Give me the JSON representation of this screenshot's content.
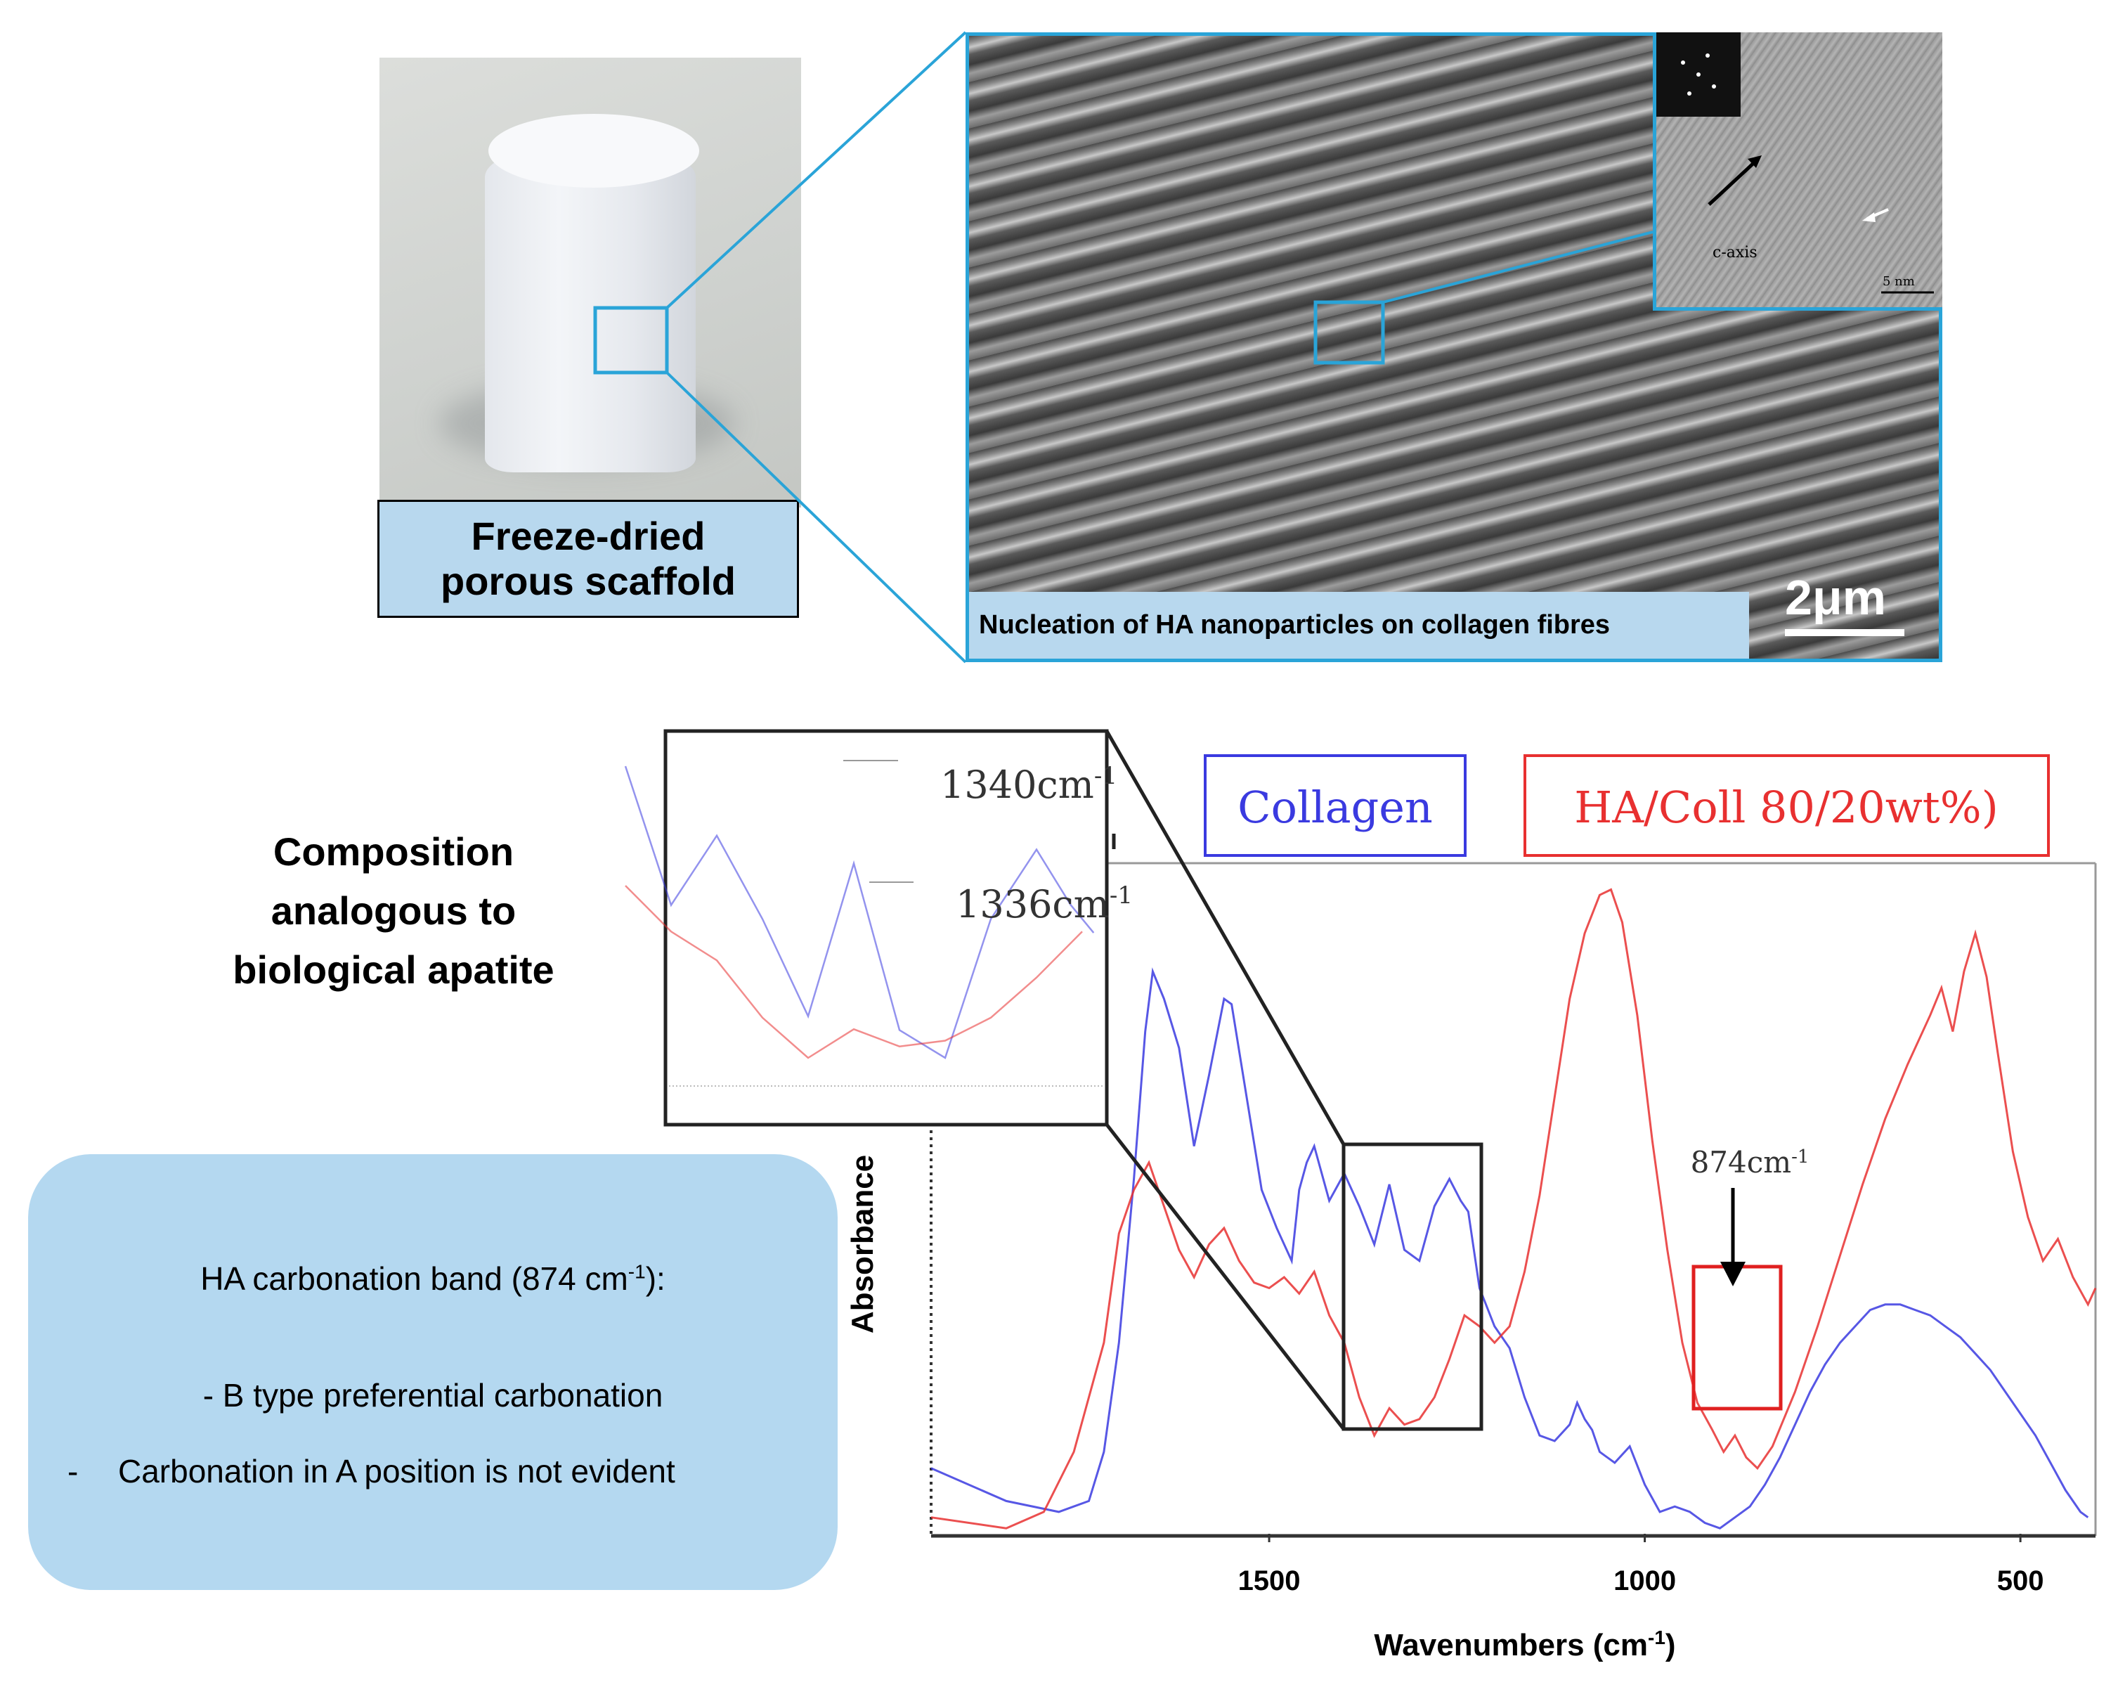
{
  "photo": {
    "label_line1": "Freeze-dried",
    "label_line2": "porous scaffold"
  },
  "sem": {
    "caption": "Nucleation of HA nanoparticles on collagen fibres",
    "scale_bar": "2μm"
  },
  "tem": {
    "axis_label": "c-axis",
    "scale_bar": "5 nm"
  },
  "heading": {
    "line1": "Composition",
    "line2": "analogous to",
    "line3": "biological apatite"
  },
  "info_box": {
    "line1": "HA carbonation band (874 cm",
    "line1_sup": "-1",
    "line1_end": "):",
    "line2": "- B type preferential carbonation",
    "line3_bullet": "-",
    "line3": "Carbonation in A position is not evident"
  },
  "colors": {
    "collagen": "#3a3ae0",
    "ha_coll": "#e83030",
    "panel_border": "#2aa4d8",
    "label_fill": "#b8d8ee"
  },
  "chart_data": {
    "type": "line",
    "title": "",
    "xlabel": "Wavenumbers (cm",
    "xlabel_sup": "-1",
    "xlabel_end": ")",
    "ylabel": "Absorbance",
    "x_reversed": true,
    "xlim": [
      1950,
      400
    ],
    "x_ticks": [
      1500,
      1000,
      500
    ],
    "series": [
      {
        "name": "Collagen",
        "color": "#3a3ae0",
        "x": [
          1950,
          1850,
          1780,
          1740,
          1720,
          1700,
          1680,
          1665,
          1655,
          1640,
          1620,
          1600,
          1580,
          1560,
          1550,
          1530,
          1510,
          1490,
          1470,
          1460,
          1450,
          1440,
          1420,
          1400,
          1380,
          1360,
          1340,
          1320,
          1300,
          1280,
          1260,
          1245,
          1235,
          1220,
          1200,
          1180,
          1160,
          1140,
          1120,
          1100,
          1090,
          1080,
          1070,
          1060,
          1040,
          1020,
          1000,
          980,
          960,
          940,
          920,
          900,
          880,
          860,
          840,
          820,
          800,
          780,
          760,
          740,
          720,
          700,
          680,
          660,
          640,
          620,
          600,
          580,
          560,
          540,
          520,
          500,
          480,
          460,
          440,
          420,
          410
        ],
        "y": [
          0.12,
          0.06,
          0.04,
          0.06,
          0.15,
          0.35,
          0.65,
          0.92,
          1.03,
          0.98,
          0.89,
          0.71,
          0.84,
          0.98,
          0.97,
          0.8,
          0.63,
          0.56,
          0.5,
          0.63,
          0.68,
          0.71,
          0.61,
          0.66,
          0.6,
          0.53,
          0.64,
          0.52,
          0.5,
          0.6,
          0.65,
          0.61,
          0.59,
          0.45,
          0.38,
          0.34,
          0.25,
          0.18,
          0.17,
          0.2,
          0.24,
          0.21,
          0.19,
          0.15,
          0.13,
          0.16,
          0.09,
          0.04,
          0.05,
          0.04,
          0.02,
          0.01,
          0.03,
          0.05,
          0.09,
          0.14,
          0.2,
          0.26,
          0.31,
          0.35,
          0.38,
          0.41,
          0.42,
          0.42,
          0.41,
          0.4,
          0.38,
          0.36,
          0.33,
          0.3,
          0.26,
          0.22,
          0.18,
          0.13,
          0.08,
          0.04,
          0.03
        ]
      },
      {
        "name": "HA/Coll 80/20wt%)",
        "color": "#e83030",
        "x": [
          1950,
          1850,
          1800,
          1760,
          1720,
          1700,
          1680,
          1660,
          1640,
          1620,
          1600,
          1580,
          1560,
          1540,
          1520,
          1500,
          1480,
          1460,
          1440,
          1420,
          1400,
          1380,
          1360,
          1340,
          1320,
          1300,
          1280,
          1260,
          1240,
          1220,
          1200,
          1180,
          1160,
          1140,
          1120,
          1100,
          1080,
          1060,
          1045,
          1030,
          1010,
          990,
          970,
          950,
          930,
          910,
          895,
          880,
          865,
          850,
          830,
          800,
          770,
          740,
          710,
          680,
          650,
          620,
          605,
          590,
          575,
          560,
          545,
          530,
          510,
          490,
          470,
          450,
          430,
          410,
          400
        ],
        "y": [
          0.03,
          0.01,
          0.04,
          0.15,
          0.35,
          0.55,
          0.63,
          0.68,
          0.6,
          0.52,
          0.47,
          0.53,
          0.56,
          0.5,
          0.46,
          0.45,
          0.47,
          0.44,
          0.48,
          0.4,
          0.35,
          0.25,
          0.18,
          0.23,
          0.2,
          0.21,
          0.25,
          0.32,
          0.4,
          0.38,
          0.35,
          0.38,
          0.48,
          0.62,
          0.8,
          0.98,
          1.1,
          1.17,
          1.18,
          1.12,
          0.95,
          0.72,
          0.52,
          0.35,
          0.24,
          0.19,
          0.15,
          0.18,
          0.14,
          0.12,
          0.16,
          0.26,
          0.38,
          0.51,
          0.64,
          0.76,
          0.86,
          0.95,
          1.0,
          0.92,
          1.03,
          1.1,
          1.02,
          0.88,
          0.7,
          0.58,
          0.5,
          0.54,
          0.47,
          0.42,
          0.45
        ]
      }
    ],
    "legend": [
      "Collagen",
      "HA/Coll 80/20wt%)"
    ],
    "annotations": [
      {
        "text": "874cm",
        "sup": "-1",
        "x": 880
      }
    ],
    "inset": {
      "labels": [
        {
          "text": "1340cm",
          "sup": "-1"
        },
        {
          "text": "1336cm",
          "sup": "-1"
        }
      ]
    }
  }
}
